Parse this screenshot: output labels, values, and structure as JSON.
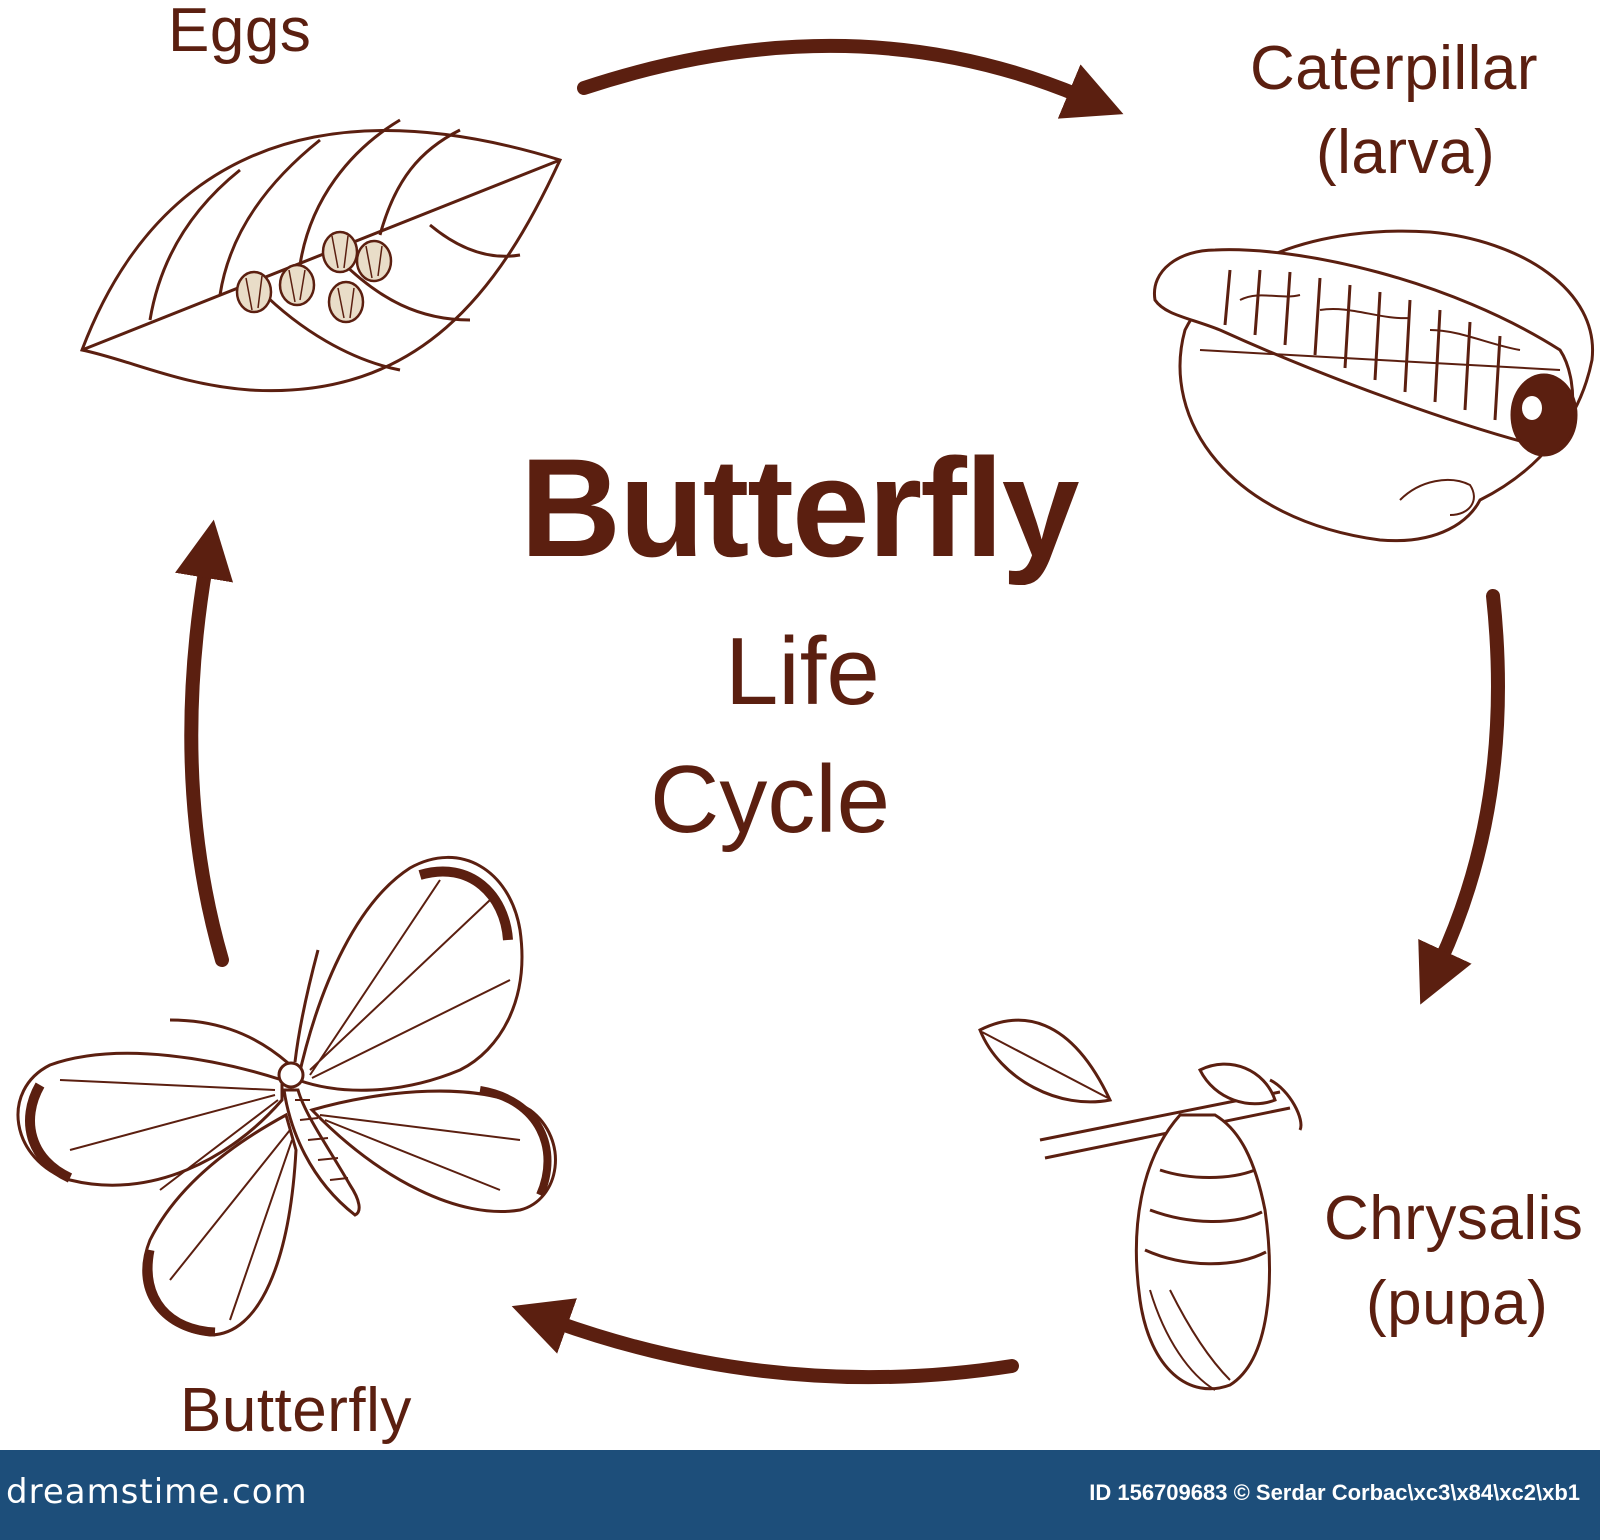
{
  "title": {
    "main": "Butterfly",
    "sub_line1": "Life",
    "sub_line2": "Cycle"
  },
  "stages": {
    "eggs": "Eggs",
    "caterpillar_line1": "Caterpillar",
    "caterpillar_line2": "(larva)",
    "chrysalis_line1": "Chrysalis",
    "chrysalis_line2": "(pupa)",
    "butterfly": "Butterfly"
  },
  "footer": {
    "brand": "dreamstime.com",
    "credit": "ID 156709683 © Serdar Corbac\\xc3\\x84\\xc2\\xb1"
  },
  "colors": {
    "ink": "#5b1f10",
    "egg_fill": "#e9ddc8",
    "footer_bg": "#1d4e7a"
  },
  "icons": [
    "leaf-with-eggs-icon",
    "caterpillar-on-leaf-icon",
    "chrysalis-on-branch-icon",
    "butterfly-icon"
  ]
}
